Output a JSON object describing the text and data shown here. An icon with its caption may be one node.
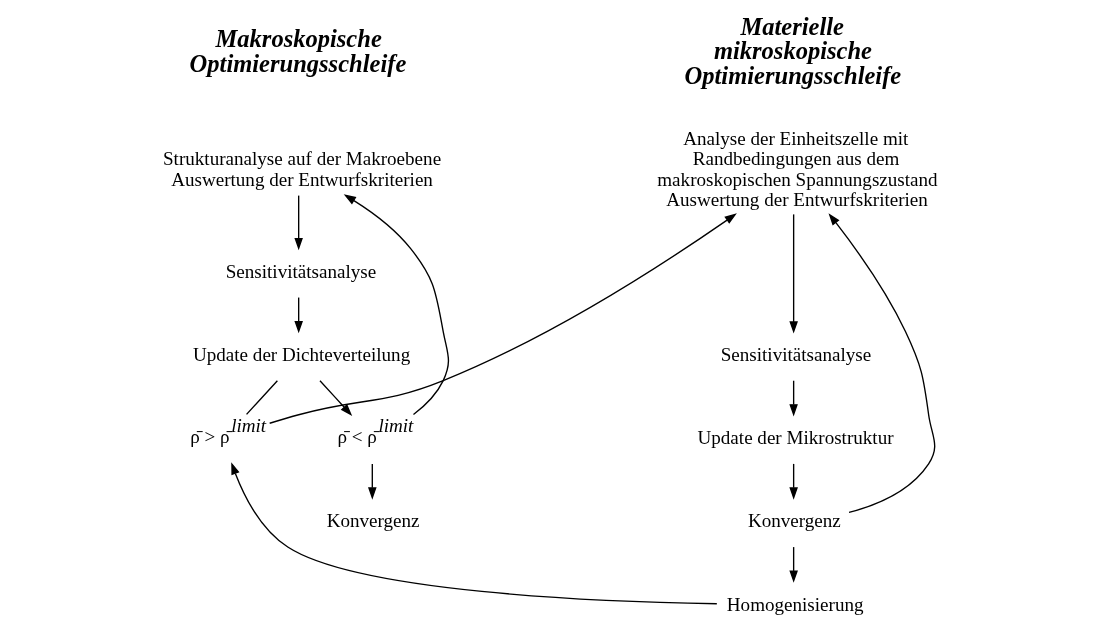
{
  "diagram": {
    "nodes": [
      {
        "text": [
          "Strukturanalyse auf der Makroebene",
          "Auswertung der Entwurfskriterien"
        ]
      },
      {
        "text": [
          "Sensitivitätsanalyse"
        ]
      },
      {
        "text": [
          "Update der Dichteverteilung"
        ]
      },
      {
        "text": [
          "ρ̄ > ρ̄$^{limit}$"
        ]
      },
      {
        "text": [
          "ρ̄ < ρ̄$^{limit}$"
        ]
      },
      {
        "text": [
          "Konvergenz"
        ]
      },
      {
        "text": [
          "Analyse der Einheitszelle mit Randbedingungen aus dem makroskopischen Spannungszustand",
          "Auswertung der Entwurfskriterien"
        ]
      },
      {
        "text": [
          "Sensitivitätsanalyse"
        ]
      },
      {
        "text": [
          "Update der Mikrostruktur"
        ]
      },
      {
        "text": [
          "Konvergenz"
        ]
      },
      {
        "text": [
          "Homogenisierung"
        ]
      }
    ],
    "edges": [
      {
        "from": 0,
        "to": 1,
        "arrow": "to"
      },
      {
        "from": 1,
        "to": 2,
        "arrow": "to"
      },
      {
        "from": 2,
        "to": 3,
        "arrow": "none"
      },
      {
        "from": 2,
        "to": 4,
        "arrow": "to"
      },
      {
        "from": 3,
        "to": 6,
        "arrow": "to"
      },
      {
        "from": 4,
        "to": 0,
        "arrow": "to"
      },
      {
        "from": 4,
        "to": 5,
        "arrow": "to"
      },
      {
        "from": 6,
        "to": 7,
        "arrow": "to"
      },
      {
        "from": 7,
        "to": 8,
        "arrow": "to"
      },
      {
        "from": 8,
        "to": 9,
        "arrow": "to"
      },
      {
        "from": 9,
        "to": 6,
        "arrow": "to"
      },
      {
        "from": 9,
        "to": 10,
        "arrow": "to"
      },
      {
        "from": 10,
        "to": 3,
        "arrow": "to"
      }
    ],
    "labels": [
      "Makroskopische Optimierungsschleife",
      "Materielle mikroskopische Optimierungsschleife"
    ]
  }
}
